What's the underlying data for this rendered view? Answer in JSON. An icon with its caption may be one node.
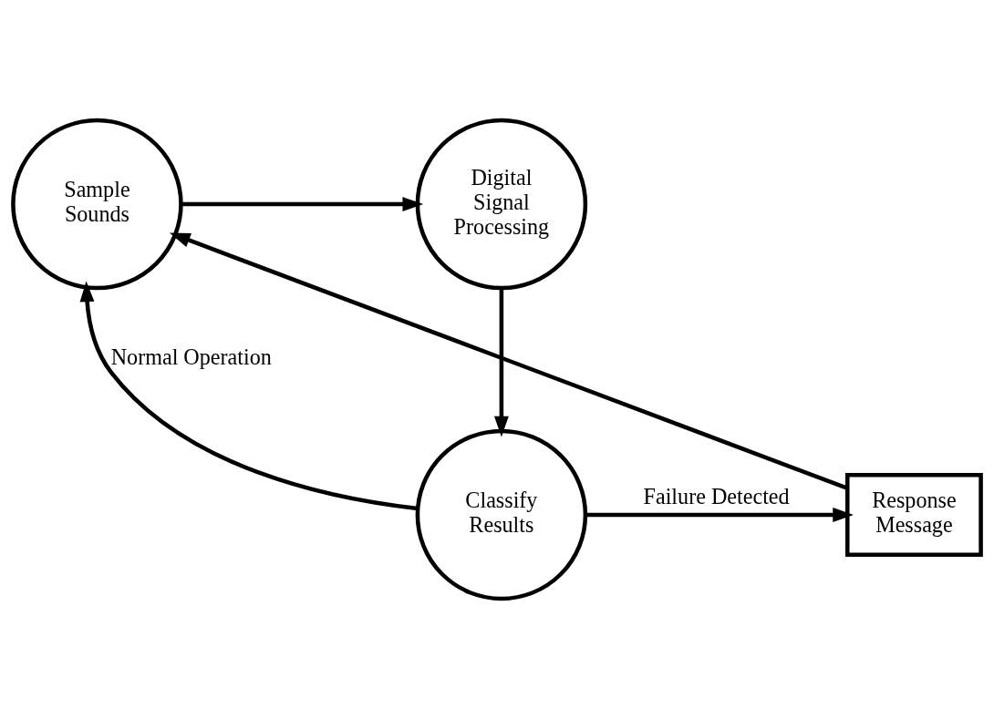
{
  "diagram": {
    "nodes": [
      {
        "text": [
          "Sample Sounds"
        ]
      },
      {
        "text": [
          "Digital Signal Processing"
        ]
      },
      {
        "text": [
          "Classify Results"
        ]
      },
      {
        "text": [
          "Response Message"
        ]
      }
    ],
    "edges": [
      {
        "from": 0,
        "to": 1,
        "arrow": "to"
      },
      {
        "from": 1,
        "to": 2,
        "arrow": "to"
      },
      {
        "from": 2,
        "to": 0,
        "arrow": "to",
        "label": "Normal Operation"
      },
      {
        "from": 2,
        "to": 3,
        "arrow": "to",
        "label": "Failure Detected"
      },
      {
        "from": 3,
        "to": 0,
        "arrow": "to"
      }
    ]
  }
}
